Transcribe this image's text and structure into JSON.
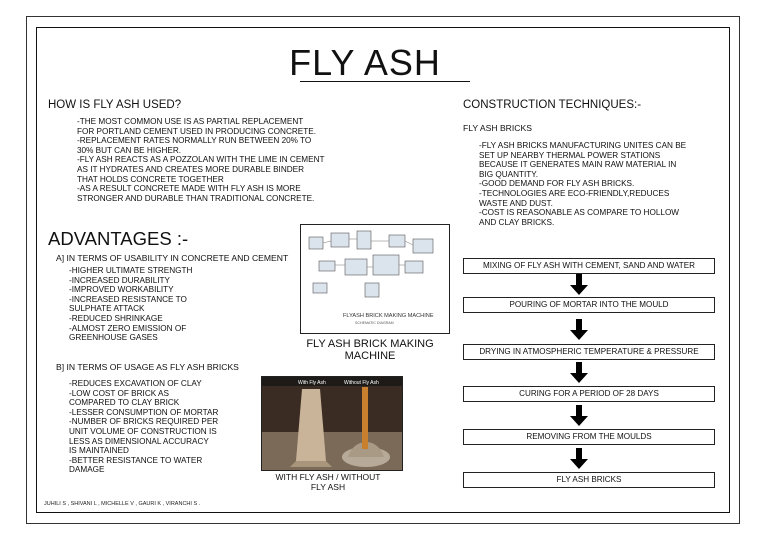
{
  "title": "FLY ASH",
  "uses": {
    "heading": "HOW IS FLY ASH USED?",
    "lines": [
      "-THE MOST COMMON USE IS AS PARTIAL REPLACEMENT",
      "FOR PORTLAND CEMENT USED IN PRODUCING CONCRETE.",
      "-REPLACEMENT RATES NORMALLY RUN BETWEEN 20% TO",
      "30% BUT CAN BE HIGHER.",
      "-FLY ASH REACTS AS A POZZOLAN WITH THE LIME IN CEMENT",
      "AS IT HYDRATES AND CREATES MORE DURABLE BINDER",
      "THAT HOLDS CONCRETE TOGETHER",
      "-AS A RESULT CONCRETE MADE WITH FLY ASH IS MORE",
      "STRONGER AND DURABLE THAN TRADITIONAL CONCRETE."
    ]
  },
  "advantages": {
    "heading": "ADVANTAGES :-",
    "concrete_heading": "A] IN TERMS OF USABILITY IN CONCRETE AND CEMENT",
    "concrete_lines": [
      "-HIGHER ULTIMATE STRENGTH",
      "-INCREASED DURABILITY",
      "-IMPROVED WORKABILITY",
      "-INCREASED RESISTANCE TO",
      "SULPHATE ATTACK",
      "-REDUCED SHRINKAGE",
      "-ALMOST ZERO EMISSION OF",
      "GREENHOUSE GASES"
    ],
    "bricks_heading": "B] IN TERMS OF USAGE AS FLY ASH BRICKS",
    "bricks_lines": [
      "-REDUCES EXCAVATION OF CLAY",
      "-LOW COST OF BRICK AS",
      "COMPARED TO CLAY BRICK",
      "-LESSER CONSUMPTION OF MORTAR",
      "-NUMBER OF BRICKS REQUIRED PER",
      "UNIT VOLUME OF CONSTRUCTION IS",
      "LESS AS DIMENSIONAL ACCURACY",
      "IS MAINTAINED",
      "-BETTER RESISTANCE TO WATER",
      "DAMAGE"
    ]
  },
  "machine": {
    "caption_1": "FLY ASH BRICK MAKING",
    "caption_2": "MACHINE",
    "drawing_title": "FLYASH BRICK MAKING MACHINE",
    "drawing_subtitle": "SCHEMATIC DIAGRAM"
  },
  "photo": {
    "label_left": "With Fly Ash",
    "label_right": "Without Fly Ash",
    "caption_1": "WITH FLY ASH / WITHOUT",
    "caption_2": "FLY ASH"
  },
  "construction": {
    "heading": "CONSTRUCTION TECHNIQUES:-",
    "subheading": "FLY ASH BRICKS",
    "lines": [
      "-FLY ASH BRICKS MANUFACTURING UNITES CAN BE",
      "SET UP NEARBY THERMAL POWER STATIONS",
      "BECAUSE IT GENERATES MAIN RAW MATERIAL IN",
      "BIG QUANTITY.",
      "-GOOD DEMAND FOR FLY ASH BRICKS.",
      "-TECHNOLOGIES ARE ECO-FRIENDLY,REDUCES",
      "WASTE AND DUST.",
      "-COST IS REASONABLE AS COMPARE TO HOLLOW",
      "AND CLAY BRICKS."
    ],
    "steps": [
      "MIXING OF FLY ASH WITH CEMENT, SAND AND WATER",
      "POURING OF MORTAR INTO THE MOULD",
      "DRYING IN ATMOSPHERIC TEMPERATURE & PRESSURE",
      "CURING FOR A PERIOD OF 28 DAYS",
      "REMOVING FROM THE MOULDS",
      "FLY ASH BRICKS"
    ]
  },
  "footer": "JUHILI S , SHIVANI L , MICHELLE V , GAURI K , VIRANCHI S ."
}
